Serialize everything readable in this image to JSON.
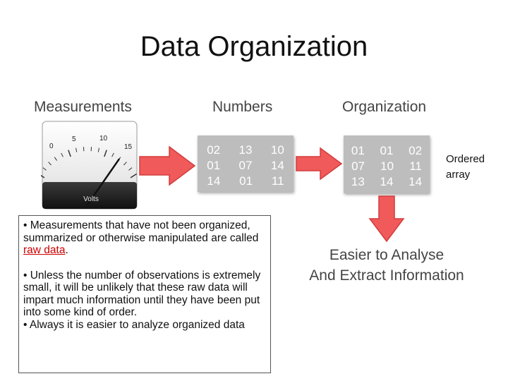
{
  "title": "Data Organization",
  "columns": {
    "measurements": "Measurements",
    "numbers": "Numbers",
    "organization": "Organization"
  },
  "meter": {
    "scale": [
      "0",
      "5",
      "10",
      "15"
    ],
    "unit": "Volts",
    "reading_volts": 12
  },
  "numbers_box": [
    [
      "02",
      "13",
      "10"
    ],
    [
      "01",
      "07",
      "14"
    ],
    [
      "14",
      "01",
      "11"
    ]
  ],
  "organization_box": [
    [
      "01",
      "01",
      "02"
    ],
    [
      "07",
      "10",
      "11"
    ],
    [
      "13",
      "14",
      "14"
    ]
  ],
  "ordered_label": [
    "Ordered",
    "array"
  ],
  "text_box": {
    "p1_before": "• Measurements that have not been organized, summarized or otherwise manipulated are called ",
    "p1_highlight": "raw data",
    "p1_after": ".",
    "p2": "• Unless the number of observations is extremely small, it will be unlikely that these raw data will impart much information until they have been put into some kind of order.",
    "p3": "• Always it is easier to analyze organized data"
  },
  "result": {
    "line1": "Easier to Analyse",
    "line2": "And Extract Information"
  },
  "colors": {
    "arrow_fill": "#f05a5a",
    "arrow_stroke": "#d23c3c",
    "box_fill": "#bdbdbd",
    "highlight": "#cc0000"
  }
}
